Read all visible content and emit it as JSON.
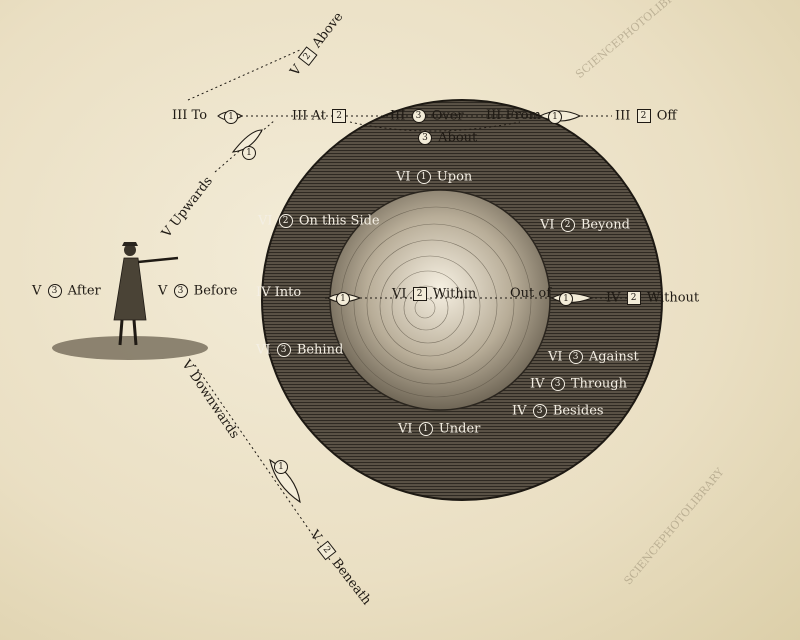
{
  "labels": {
    "about_top": {
      "prefix": "V",
      "num": "2",
      "word": "Above"
    },
    "to": {
      "prefix": "III",
      "word": "To"
    },
    "at": {
      "prefix": "III",
      "word": "At",
      "num": "2"
    },
    "over": {
      "prefix": "III",
      "num": "3",
      "word": "Over"
    },
    "from": {
      "prefix": "III",
      "word": "From"
    },
    "off": {
      "prefix": "III",
      "num": "2",
      "word": "Off"
    },
    "about": {
      "num": "3",
      "word": "About"
    },
    "upon": {
      "prefix": "VI",
      "num": "1",
      "word": "Upon"
    },
    "upwards": {
      "prefix": "V",
      "word": "Upwards"
    },
    "onthisside": {
      "prefix": "VI",
      "num": "2",
      "word": "On this Side"
    },
    "beyond": {
      "prefix": "VI",
      "num": "2",
      "word": "Beyond"
    },
    "after": {
      "prefix": "V",
      "num": "3",
      "word": "After"
    },
    "before": {
      "prefix": "V",
      "num": "3",
      "word": "Before"
    },
    "into": {
      "prefix": "IV",
      "word": "Into"
    },
    "within": {
      "prefix": "VI",
      "num": "2",
      "word": "Within"
    },
    "outof": {
      "word": "Out of"
    },
    "without": {
      "prefix": "IV",
      "num": "2",
      "word": "Without"
    },
    "behind": {
      "prefix": "VI",
      "num": "3",
      "word": "Behind"
    },
    "against": {
      "prefix": "VI",
      "num": "3",
      "word": "Against"
    },
    "through": {
      "prefix": "IV",
      "num": "3",
      "word": "Through"
    },
    "besides": {
      "prefix": "IV",
      "num": "3",
      "word": "Besides"
    },
    "downwards": {
      "prefix": "V",
      "word": "Downwards"
    },
    "under": {
      "prefix": "VI",
      "num": "1",
      "word": "Under"
    },
    "beneath": {
      "prefix": "V",
      "num": "2",
      "word": "Beneath"
    }
  },
  "markers": {
    "one": "1"
  },
  "watermark": "SCIENCEPHOTOLIBRARY"
}
